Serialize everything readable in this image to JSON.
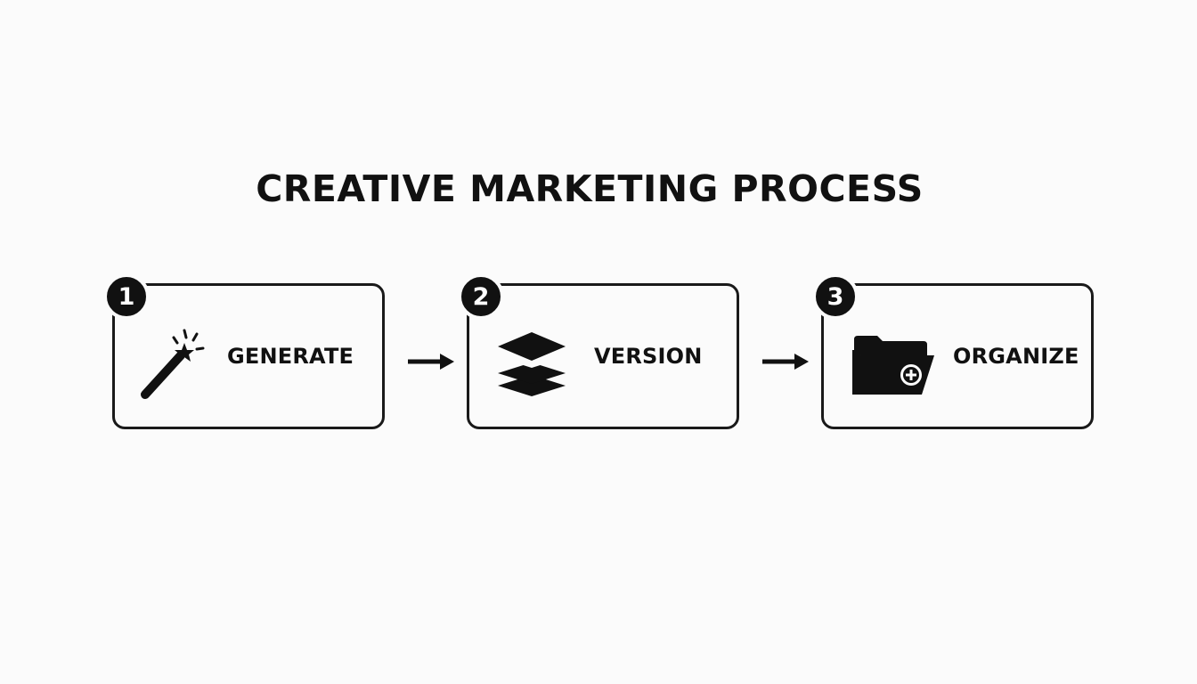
{
  "title": "CREATIVE MARKETING PROCESS",
  "steps": [
    {
      "number": "1",
      "label": "GENERATE",
      "icon": "magic-wand-icon"
    },
    {
      "number": "2",
      "label": "VERSION",
      "icon": "layers-icon"
    },
    {
      "number": "3",
      "label": "ORGANIZE",
      "icon": "folder-add-icon"
    }
  ],
  "connector_icon": "arrow-right-icon",
  "colors": {
    "background": "#fbfbfb",
    "ink": "#111111"
  }
}
